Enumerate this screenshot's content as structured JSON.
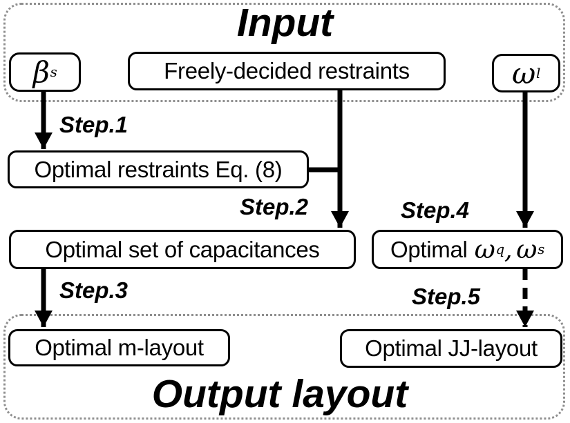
{
  "input_section": {
    "title": "Input",
    "beta_box": {
      "symbol": "β",
      "subscript": "s"
    },
    "freely_box": {
      "label": "Freely-decided restraints"
    },
    "omega_l_box": {
      "symbol": "ω",
      "subscript": "l"
    }
  },
  "steps": {
    "step1": "Step.1",
    "step2": "Step.2",
    "step3": "Step.3",
    "step4": "Step.4",
    "step5": "Step.5"
  },
  "process": {
    "optimal_restraints": {
      "label": "Optimal restraints Eq. (8)"
    },
    "optimal_capacitances": {
      "label": "Optimal set of capacitances"
    },
    "optimal_omegas": {
      "prefix": "Optimal",
      "symbol1": "ω",
      "subscript1": "q",
      "separator": ",",
      "symbol2": "ω",
      "subscript2": "s"
    }
  },
  "output_section": {
    "title": "Output layout",
    "m_layout_box": {
      "label": "Optimal m-layout"
    },
    "jj_layout_box": {
      "label": "Optimal JJ-layout"
    }
  },
  "colors": {
    "arrow": "#000000",
    "box_border": "#000000",
    "container_border": "#8f8f8f",
    "background": "#ffffff",
    "text": "#000000"
  }
}
